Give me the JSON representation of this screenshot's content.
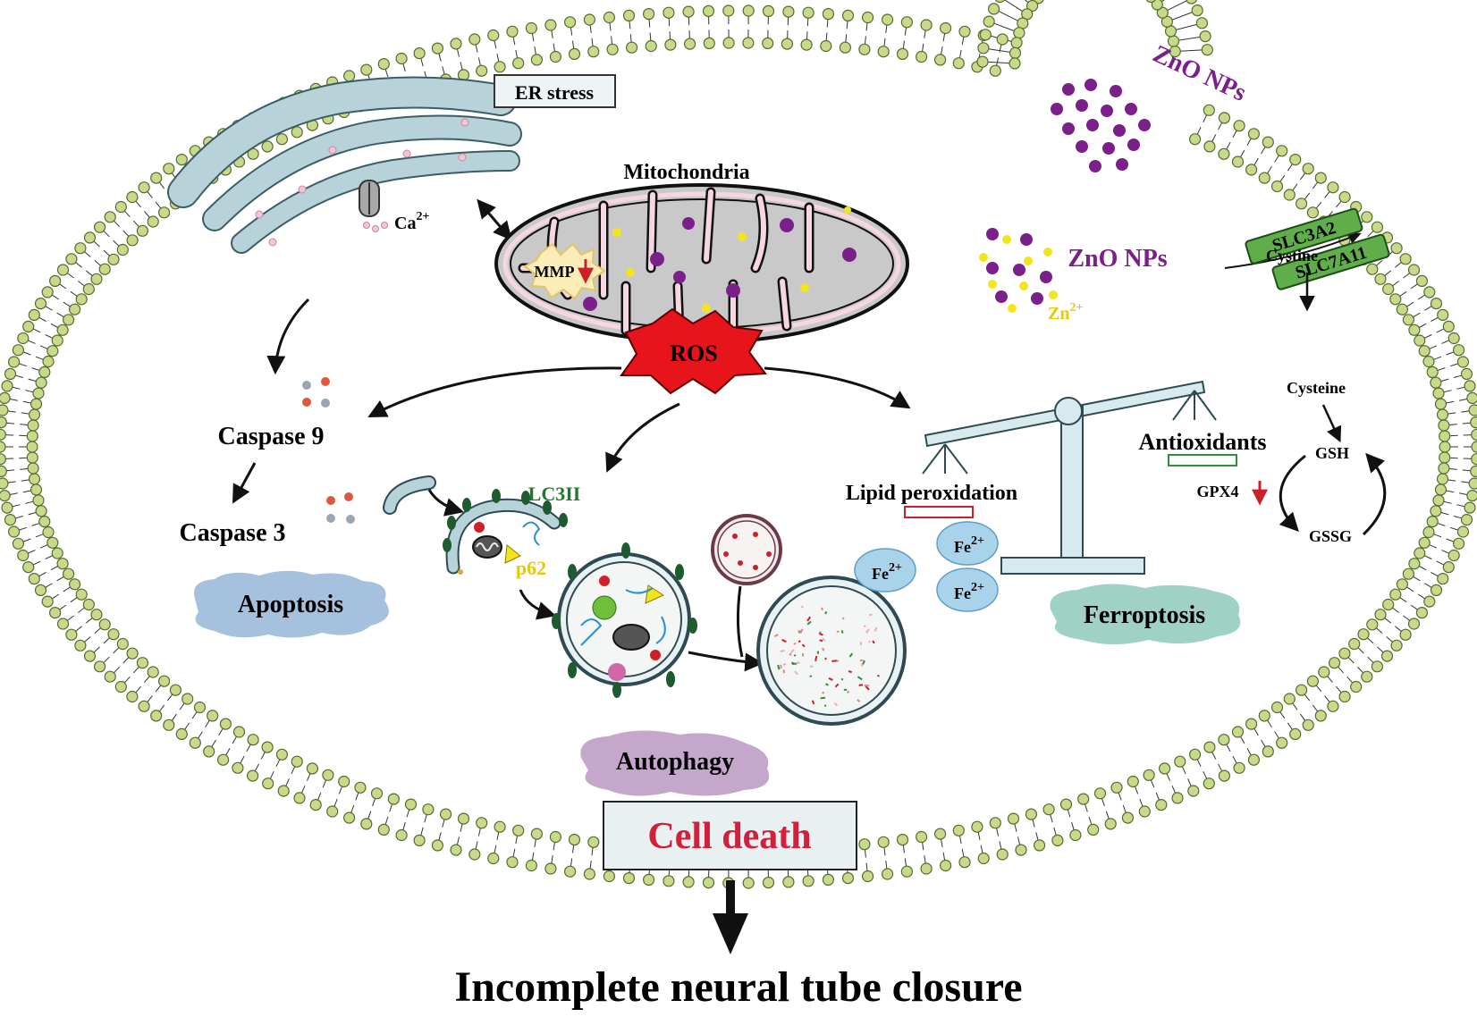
{
  "labels": {
    "er_stress": "ER stress",
    "ca_base": "Ca",
    "ca_sup": "2+",
    "mitochondria": "Mitochondria",
    "mmp": "MMP",
    "ros": "ROS",
    "zno_top": "ZnO NPs",
    "zno_mid": "ZnO NPs",
    "zn_base": "Zn",
    "zn_sup": "2+",
    "slc3a2": "SLC3A2",
    "slc7a11": "SLC7A11",
    "cystine": "Cystine",
    "cysteine": "Cysteine",
    "gsh": "GSH",
    "gssg": "GSSG",
    "gpx4": "GPX4",
    "caspase9": "Caspase 9",
    "caspase3": "Caspase 3",
    "apoptosis": "Apoptosis",
    "lc3ii": "LC3II",
    "p62": "p62",
    "autophagy": "Autophagy",
    "lipid_peroxidation": "Lipid peroxidation",
    "antioxidants": "Antioxidants",
    "fe_base": "Fe",
    "fe_sup": "2+",
    "ferroptosis": "Ferroptosis",
    "cell_death": "Cell death",
    "outcome": "Incomplete neural tube closure"
  },
  "colors": {
    "membrane_head": "#c8d98a",
    "membrane_head_stroke": "#556b2f",
    "er_fill": "#b7d3d9",
    "mito_fill": "#c9c9c9",
    "mito_crista": "#f7d7df",
    "ros": "#e8141b",
    "zno": "#7b1f8a",
    "zinc_ion": "#f2e51c",
    "transporter": "#3f9a3f",
    "apoptosis_blob": "#a6c1dd",
    "autophagy_blob": "#c6a7cc",
    "ferroptosis_blob": "#9fd1c4",
    "iron": "#a9d3ea",
    "lc3_text": "#1f7a2e",
    "p62_text": "#e7c90a",
    "cell_death_text": "#d21f3c",
    "scale": "#d7ebef",
    "down_arrow": "#cc1f2a"
  },
  "icons": {
    "ros_burst": "star-burst-icon",
    "down_arrow": "red-down-arrow-icon",
    "scale": "balance-scale-icon"
  }
}
